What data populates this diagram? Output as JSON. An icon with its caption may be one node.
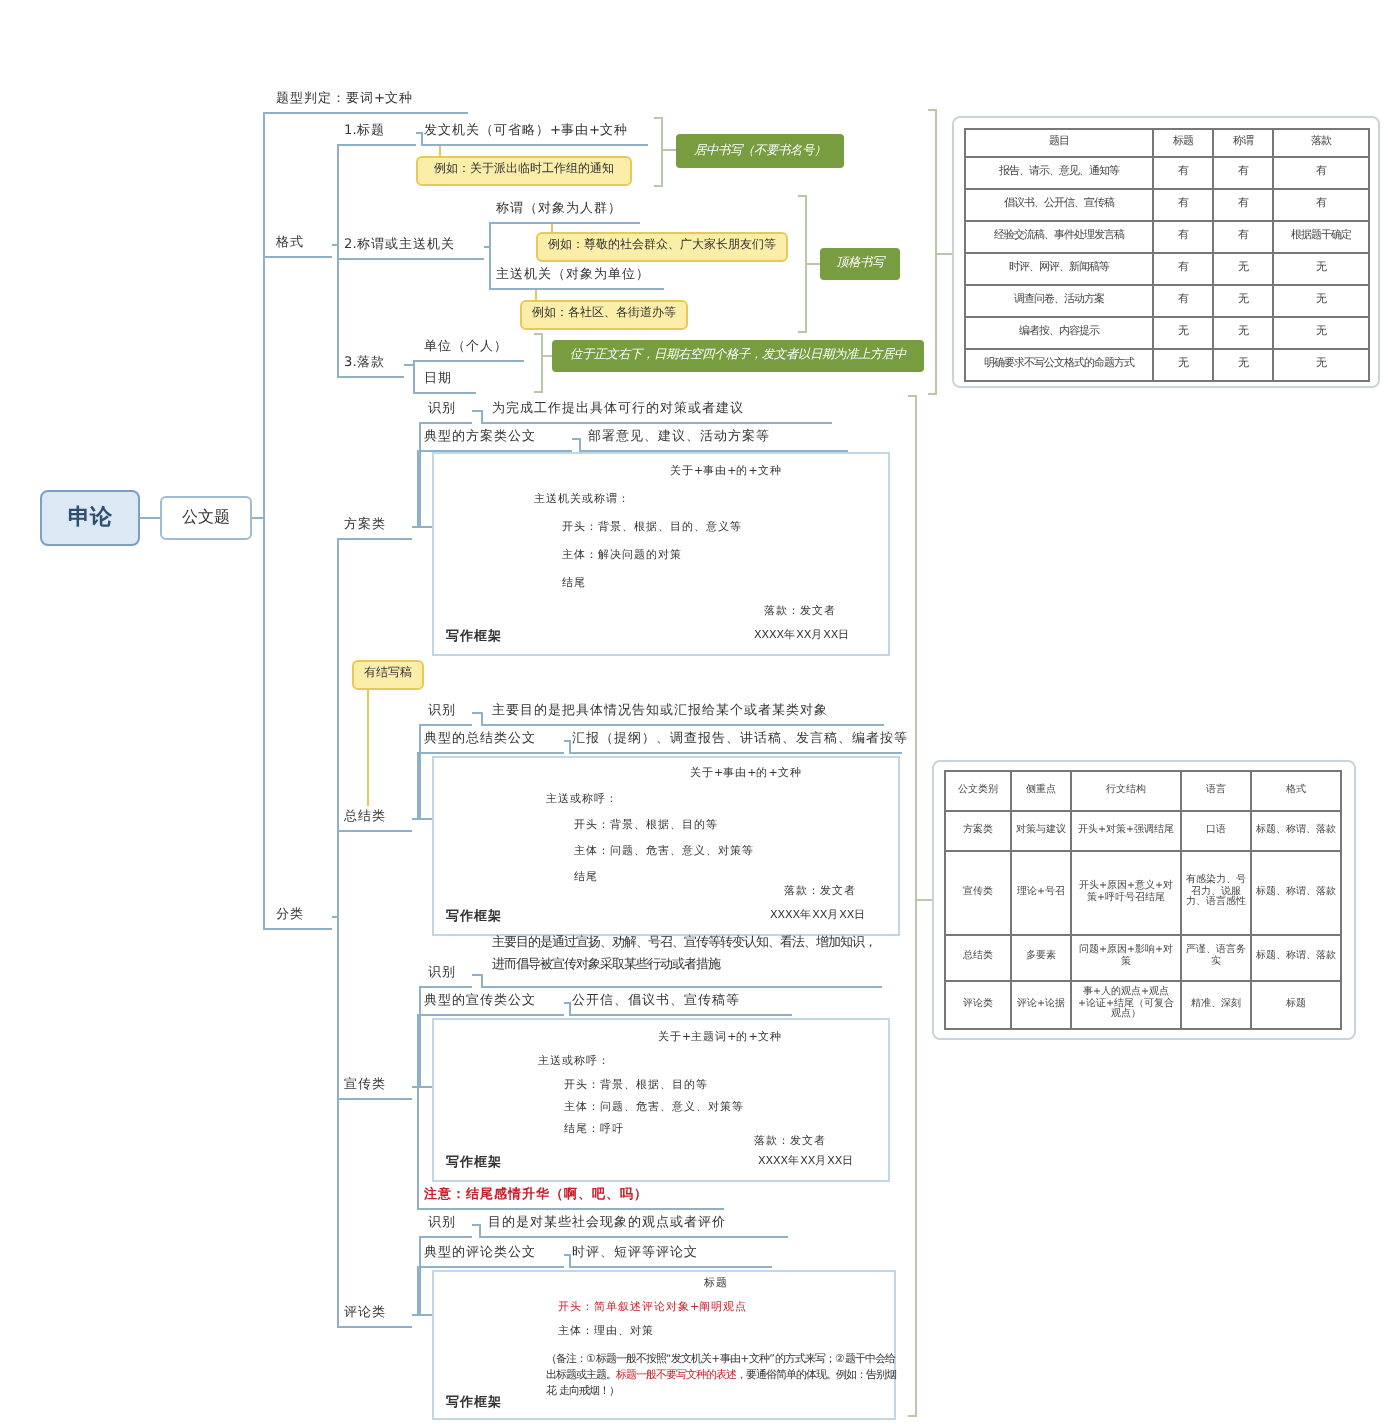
{
  "diagram": {
    "nodes": [
      {
        "text": [
          "申论"
        ]
      },
      {
        "text": [
          "公文题"
        ]
      },
      {
        "text": [
          "题型判定：要词+文种"
        ]
      },
      {
        "text": [
          "格式"
        ]
      },
      {
        "text": [
          "分类"
        ]
      },
      {
        "text": [
          "1.标题"
        ]
      },
      {
        "text": [
          "发文机关（可省略）+事由+文种"
        ]
      },
      {
        "text": [
          "例如：关于派出临时工作组的通知"
        ]
      },
      {
        "text": [
          "居中书写（不要书名号）"
        ]
      },
      {
        "text": [
          "2.称谓或主送机关"
        ]
      },
      {
        "text": [
          "称谓（对象为人群）"
        ]
      },
      {
        "text": [
          "例如：尊敬的社会群众、广大家长朋友们等"
        ]
      },
      {
        "text": [
          "主送机关（对象为单位）"
        ]
      },
      {
        "text": [
          "例如：各社区、各街道办等"
        ]
      },
      {
        "text": [
          "顶格书写"
        ]
      },
      {
        "text": [
          "3.落款"
        ]
      },
      {
        "text": [
          "单位（个人）"
        ]
      },
      {
        "text": [
          "日期"
        ]
      },
      {
        "text": [
          "位于正文右下，日期右空四个格子，发文者以日期为准上方居中"
        ]
      },
      {
        "text": [
          "方案类"
        ]
      },
      {
        "text": [
          "有结写稿"
        ]
      },
      {
        "text": [
          "总结类"
        ]
      },
      {
        "text": [
          "宣传类"
        ]
      },
      {
        "text": [
          "评论类"
        ]
      },
      {
        "text": [
          "识别"
        ]
      },
      {
        "text": [
          "为完成工作提出具体可行的对策或者建议"
        ]
      },
      {
        "text": [
          "典型的方案类公文"
        ]
      },
      {
        "text": [
          "部署意见、建议、活动方案等"
        ]
      },
      {
        "text": [
          "写作框架",
          "关于+事由+的+文种",
          "主送机关或称谓：",
          "开头：背景、根据、目的、意义等",
          "主体：解决问题的对策",
          "结尾",
          "落款：发文者",
          "XXXX年XX月XX日"
        ]
      },
      {
        "text": [
          "识别"
        ]
      },
      {
        "text": [
          "主要目的是把具体情况告知或汇报给某个或者某类对象"
        ]
      },
      {
        "text": [
          "典型的总结类公文"
        ]
      },
      {
        "text": [
          "汇报（提纲）、调查报告、讲话稿、发言稿、编者按等"
        ]
      },
      {
        "text": [
          "写作框架",
          "关于+事由+的+文种",
          "主送或称呼：",
          "开头：背景、根据、目的等",
          "主体：问题、危害、意义、对策等",
          "结尾",
          "落款：发文者",
          "XXXX年XX月XX日"
        ]
      },
      {
        "text": [
          "识别"
        ]
      },
      {
        "text": [
          "主要目的是通过宣扬、劝解、号召、宣传等转变认知、看法、增加知识，进而倡导被宣传对象采取某些行动或者措施"
        ]
      },
      {
        "text": [
          "典型的宣传类公文"
        ]
      },
      {
        "text": [
          "公开信、倡议书、宣传稿等"
        ]
      },
      {
        "text": [
          "写作框架",
          "关于+主题词+的+文种",
          "主送或称呼：",
          "开头：背景、根据、目的等",
          "主体：问题、危害、意义、对策等",
          "结尾：呼吁",
          "落款：发文者",
          "XXXX年XX月XX日"
        ]
      },
      {
        "text": [
          "注意：结尾感情升华（啊、吧、吗）"
        ]
      },
      {
        "text": [
          "识别"
        ]
      },
      {
        "text": [
          "目的是对某些社会现象的观点或者评价"
        ]
      },
      {
        "text": [
          "典型的评论类公文"
        ]
      },
      {
        "text": [
          "时评、短评等评论文"
        ]
      },
      {
        "text": [
          "写作框架",
          "标题",
          "开头：简单叙述评论对象+阐明观点",
          "主体：理由、对策",
          "（备注：①标题一般不按照“发文机关+事由+文种”的方式来写；②题干中会给出标题或主题。",
          "标题一般不要写文种的表述，",
          "要通俗简单的体现。例如：告别烟花 走向戒烟！）"
        ]
      }
    ],
    "edges": [
      {
        "from": 0,
        "to": 1,
        "arrow": "none"
      },
      {
        "from": 1,
        "to": 2,
        "arrow": "none"
      },
      {
        "from": 1,
        "to": 3,
        "arrow": "none"
      },
      {
        "from": 1,
        "to": 4,
        "arrow": "none"
      },
      {
        "from": 3,
        "to": 5,
        "arrow": "none"
      },
      {
        "from": 3,
        "to": 9,
        "arrow": "none"
      },
      {
        "from": 3,
        "to": 15,
        "arrow": "none"
      },
      {
        "from": 5,
        "to": 6,
        "arrow": "none"
      },
      {
        "from": 6,
        "to": 7,
        "arrow": "none",
        "color": "#e6c95a"
      },
      {
        "from": 9,
        "to": 10,
        "arrow": "none"
      },
      {
        "from": 9,
        "to": 12,
        "arrow": "none"
      },
      {
        "from": 10,
        "to": 11,
        "arrow": "none",
        "color": "#e6c95a"
      },
      {
        "from": 12,
        "to": 13,
        "arrow": "none",
        "color": "#e6c95a"
      },
      {
        "from": 15,
        "to": 16,
        "arrow": "none"
      },
      {
        "from": 15,
        "to": 17,
        "arrow": "none"
      },
      {
        "from": 4,
        "to": 19,
        "arrow": "none"
      },
      {
        "from": 4,
        "to": 21,
        "arrow": "none"
      },
      {
        "from": 4,
        "to": 22,
        "arrow": "none"
      },
      {
        "from": 4,
        "to": 23,
        "arrow": "none"
      },
      {
        "from": 21,
        "to": 20,
        "arrow": "none",
        "color": "#e6c95a"
      },
      {
        "from": 19,
        "to": 24,
        "arrow": "none"
      },
      {
        "from": 24,
        "to": 25,
        "arrow": "none"
      },
      {
        "from": 19,
        "to": 26,
        "arrow": "none"
      },
      {
        "from": 26,
        "to": 27,
        "arrow": "none"
      },
      {
        "from": 19,
        "to": 28,
        "arrow": "none"
      },
      {
        "from": 21,
        "to": 29,
        "arrow": "none"
      },
      {
        "from": 29,
        "to": 30,
        "arrow": "none"
      },
      {
        "from": 21,
        "to": 31,
        "arrow": "none"
      },
      {
        "from": 31,
        "to": 32,
        "arrow": "none"
      },
      {
        "from": 21,
        "to": 33,
        "arrow": "none"
      },
      {
        "from": 22,
        "to": 34,
        "arrow": "none"
      },
      {
        "from": 34,
        "to": 35,
        "arrow": "none"
      },
      {
        "from": 22,
        "to": 36,
        "arrow": "none"
      },
      {
        "from": 36,
        "to": 37,
        "arrow": "none"
      },
      {
        "from": 22,
        "to": 38,
        "arrow": "none"
      },
      {
        "from": 22,
        "to": 39,
        "arrow": "none"
      },
      {
        "from": 23,
        "to": 40,
        "arrow": "none"
      },
      {
        "from": 40,
        "to": 41,
        "arrow": "none"
      },
      {
        "from": 23,
        "to": 42,
        "arrow": "none"
      },
      {
        "from": 42,
        "to": 43,
        "arrow": "none"
      },
      {
        "from": 23,
        "to": 44,
        "arrow": "none"
      }
    ],
    "labels": [
      "题目",
      "标题",
      "称谓",
      "落款",
      "报告、请示、意见、通知等",
      "有",
      "有",
      "有",
      "倡议书、公开信、宣传稿",
      "有",
      "有",
      "有",
      "经验交流稿、事件处理发言稿",
      "有",
      "有",
      "根据题干确定",
      "时评、网评、新闻稿等",
      "有",
      "无",
      "无",
      "调查问卷、活动方案",
      "有",
      "无",
      "无",
      "编者按、内容提示",
      "无",
      "无",
      "无",
      "明确要求不写公文格式的命题方式",
      "无",
      "无",
      "无",
      "公文类别",
      "侧重点",
      "行文结构",
      "语言",
      "格式",
      "方案类",
      "对策与建议",
      "开头+对策+强调结尾",
      "口语",
      "标题、称谓、落款",
      "宣传类",
      "理论+号召",
      "开头+原因+意义+对策+呼吁号召结尾",
      "有感染力、号召力、说服力、语言感性",
      "标题、称谓、落款",
      "总结类",
      "多要素",
      "问题+原因+影响+对策",
      "严谨、语言务实",
      "标题、称谓、落款",
      "评论类",
      "评论+论据",
      "事+人的观点+观点+论证+结尾（可复合观点）",
      "精准、深刻",
      "标题"
    ]
  }
}
